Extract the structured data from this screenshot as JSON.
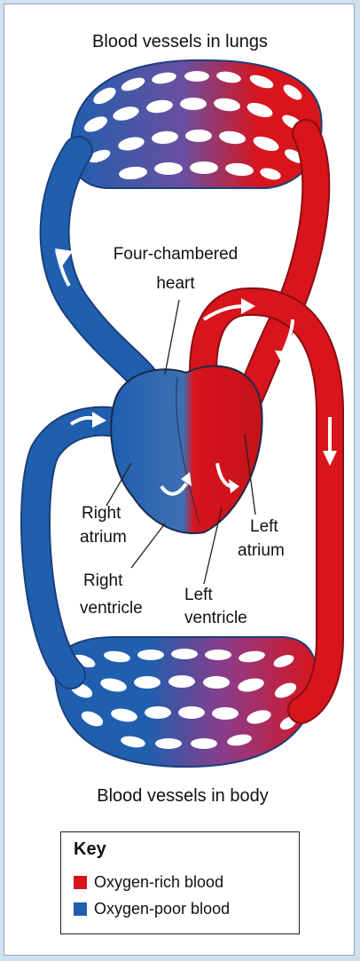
{
  "labels": {
    "lungs": "Blood vessels in lungs",
    "body": "Blood vessels in body",
    "heart_line1": "Four-chambered",
    "heart_line2": "heart",
    "right_atrium_1": "Right",
    "right_atrium_2": "atrium",
    "right_ventricle_1": "Right",
    "right_ventricle_2": "ventricle",
    "left_ventricle_1": "Left",
    "left_ventricle_2": "ventricle",
    "left_atrium_1": "Left",
    "left_atrium_2": "atrium"
  },
  "key": {
    "title": "Key",
    "items": [
      {
        "label": "Oxygen-rich blood",
        "color": "#d8141c"
      },
      {
        "label": "Oxygen-poor blood",
        "color": "#1f5fae"
      }
    ]
  },
  "colors": {
    "oxygen_rich": "#d8141c",
    "oxygen_poor": "#1f5fae"
  }
}
